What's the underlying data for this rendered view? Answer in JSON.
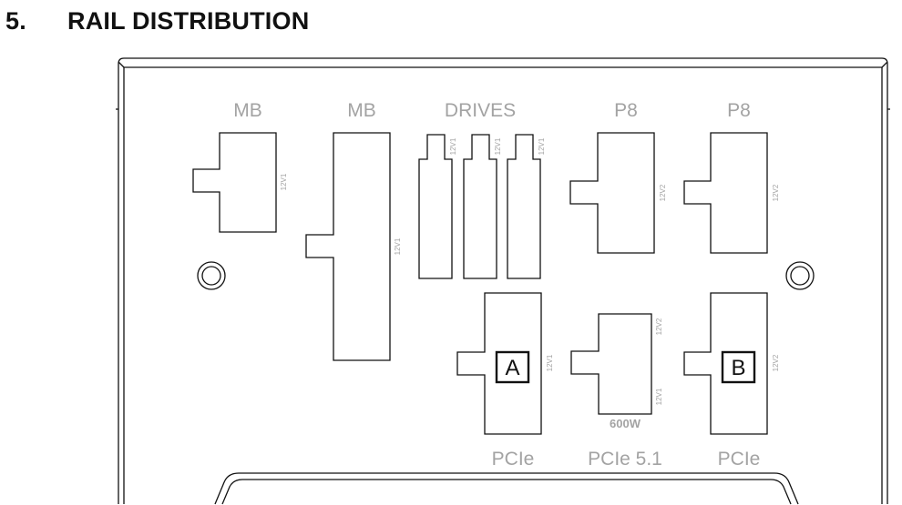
{
  "section": {
    "number": "5.",
    "title": "RAIL DISTRIBUTION"
  },
  "labels": {
    "mb1": "MB",
    "mb2": "MB",
    "drives": "DRIVES",
    "p8_1": "P8",
    "p8_2": "P8",
    "pcie_left": "PCIe",
    "pcie_mid": "PCIe 5.1",
    "pcie_right": "PCIe",
    "watt": "600W"
  },
  "rails": {
    "mb1": "12V1",
    "mb2": "12V1",
    "drive1": "12V1",
    "drive2": "12V1",
    "drive3": "12V1",
    "p8_1": "12V2",
    "p8_2": "12V2",
    "pcie_a": "12V1",
    "pcie51_top": "12V2",
    "pcie51_bottom": "12V1",
    "pcie_b": "12V2"
  },
  "markers": {
    "a": "A",
    "b": "B"
  },
  "colors": {
    "label_gray": "#a3a3a3",
    "line": "#111111"
  }
}
